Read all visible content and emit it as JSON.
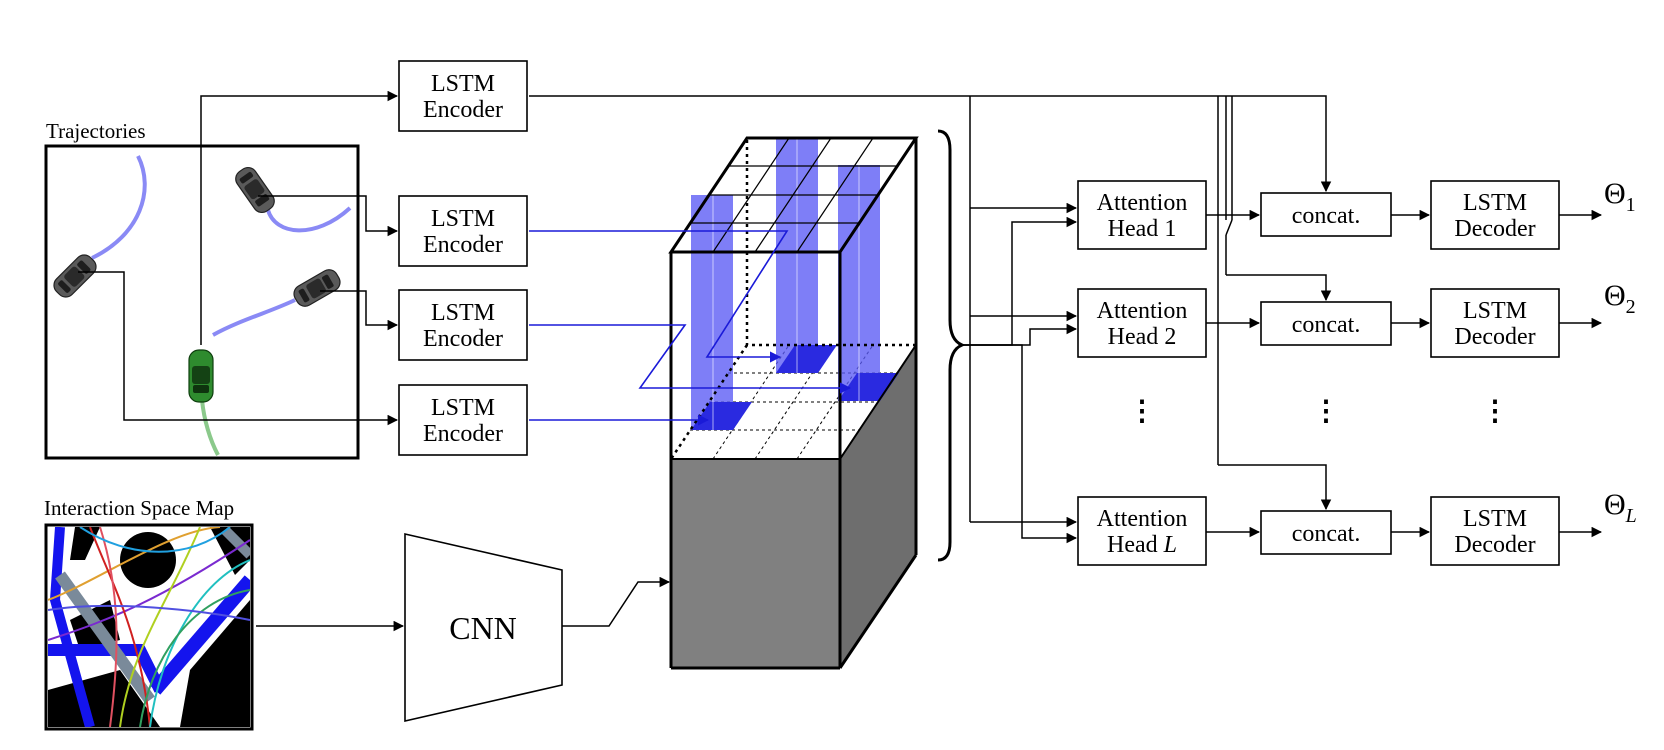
{
  "labels": {
    "trajectories": "Trajectories",
    "interaction_map": "Interaction Space Map",
    "cnn": "CNN"
  },
  "lstm_encoder": {
    "line1": "LSTM",
    "line2": "Encoder"
  },
  "lstm_decoder": {
    "line1": "LSTM",
    "line2": "Decoder"
  },
  "attention": {
    "line1": "Attention",
    "heads": [
      {
        "prefix": "Head ",
        "index": "1"
      },
      {
        "prefix": "Head ",
        "index": "2"
      },
      {
        "prefix": "Head ",
        "index": "L"
      }
    ]
  },
  "concat_label": "concat.",
  "outputs": [
    {
      "symbol": "Θ",
      "sub": "1"
    },
    {
      "symbol": "Θ",
      "sub": "2"
    },
    {
      "symbol": "Θ",
      "sub": "L"
    }
  ],
  "ellipsis": "⋮",
  "colors": {
    "tensor_blue": "#5a5af5",
    "path_blue": "#1a1ad8",
    "trajectory_blue": "#8a8af5",
    "ego_green": "#2e8b2e",
    "car_gray": "#555555",
    "map_gray": "#7a7a7a",
    "cube_gray": "#808080"
  },
  "icons": [
    "car-icon",
    "ego-car-icon"
  ]
}
